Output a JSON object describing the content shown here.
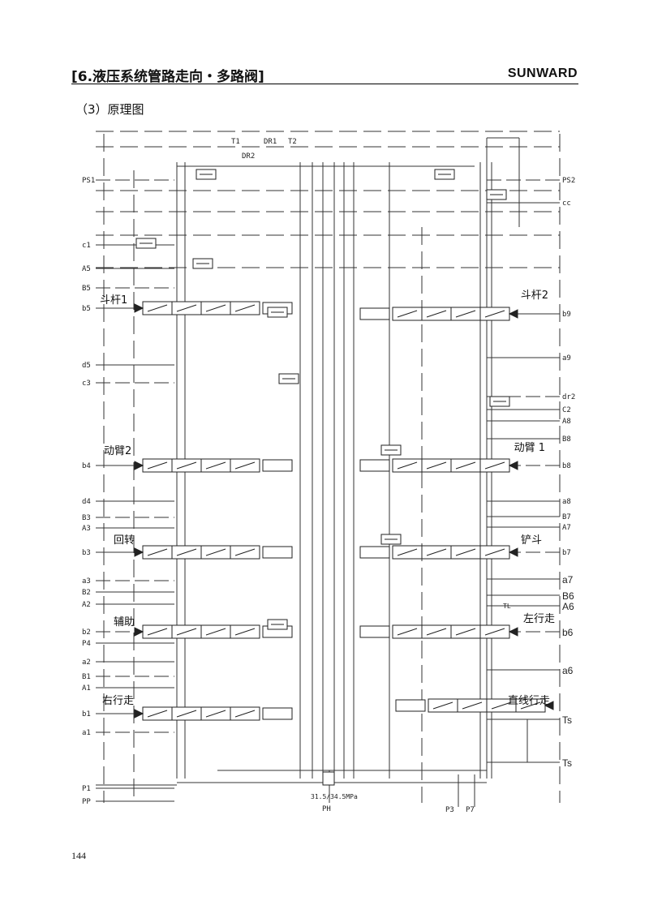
{
  "header": {
    "title": "[6.液压系统管路走向・多路阀]",
    "brand": "SUNWARD"
  },
  "section_title": "（3）原理图",
  "page_number": "144",
  "schematic": {
    "top_ports": [
      "T1",
      "DR2",
      "DR1",
      "T2"
    ],
    "left_ports": [
      "PS1",
      "c1",
      "A5",
      "B5",
      "b5",
      "d5",
      "c3",
      "b4",
      "d4",
      "B3",
      "A3",
      "b3",
      "a3",
      "B2",
      "A2",
      "b2",
      "P4",
      "a2",
      "B1",
      "A1",
      "b1",
      "a1",
      "P1",
      "PP"
    ],
    "right_ports": [
      "PS2",
      "cc",
      "b9",
      "a9",
      "dr2",
      "C2",
      "A8",
      "B8",
      "b8",
      "a8",
      "B7",
      "A7",
      "b7",
      "a7",
      "B6",
      "A6",
      "b6",
      "a6",
      "Ts",
      "Ts"
    ],
    "bottom_ports": [
      "PH",
      "P3",
      "P7"
    ],
    "relief_setting": "31.5/34.5MPa",
    "tl_label": "TL",
    "valve_names": [
      "斗杆1",
      "斗杆2",
      "动臂2",
      "动臂 1",
      "回转",
      "铲斗",
      "辅助",
      "左行走",
      "右行走",
      "直线行走"
    ]
  }
}
